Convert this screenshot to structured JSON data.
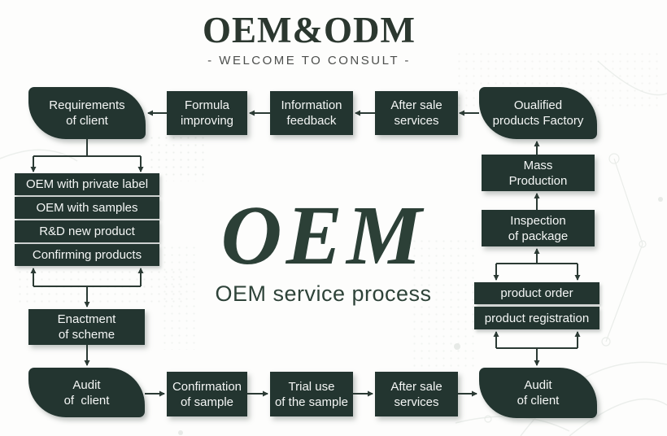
{
  "header": {
    "title": "OEM&ODM",
    "subtitle": "- WELCOME TO CONSULT -"
  },
  "center": {
    "big_text": "OEM",
    "caption": "OEM service process"
  },
  "colors": {
    "box_fill": "#233530",
    "box_text": "#f4f6f5",
    "arrow_line": "#2b3a34",
    "title_text": "#2b372f",
    "subtitle_text": "#4d4f4d",
    "center_text": "#2c4037",
    "background": "#fdfdfc"
  },
  "boxes": {
    "requirements": "Requirements\nof client",
    "formula": "Formula\nimproving",
    "information": "Information\nfeedback",
    "after_sale_top": "After sale\nservices",
    "factory": "Oualified\nproducts Factory",
    "oem_private_label": "OEM with private label",
    "oem_samples": "OEM with samples",
    "rd_new_product": "R&D new product",
    "confirming": "Confirming products",
    "enactment": "Enactment\nof scheme",
    "audit_left": "Audit\nof  client",
    "confirmation": "Confirmation\nof sample",
    "trial": "Trial use\nof the sample",
    "after_sale_bottom": "After sale\nservices",
    "audit_right": "Audit\nof client",
    "mass": "Mass\nProduction",
    "inspection": "Inspection\nof package",
    "product_order": "product order",
    "product_registration": "product registration"
  }
}
